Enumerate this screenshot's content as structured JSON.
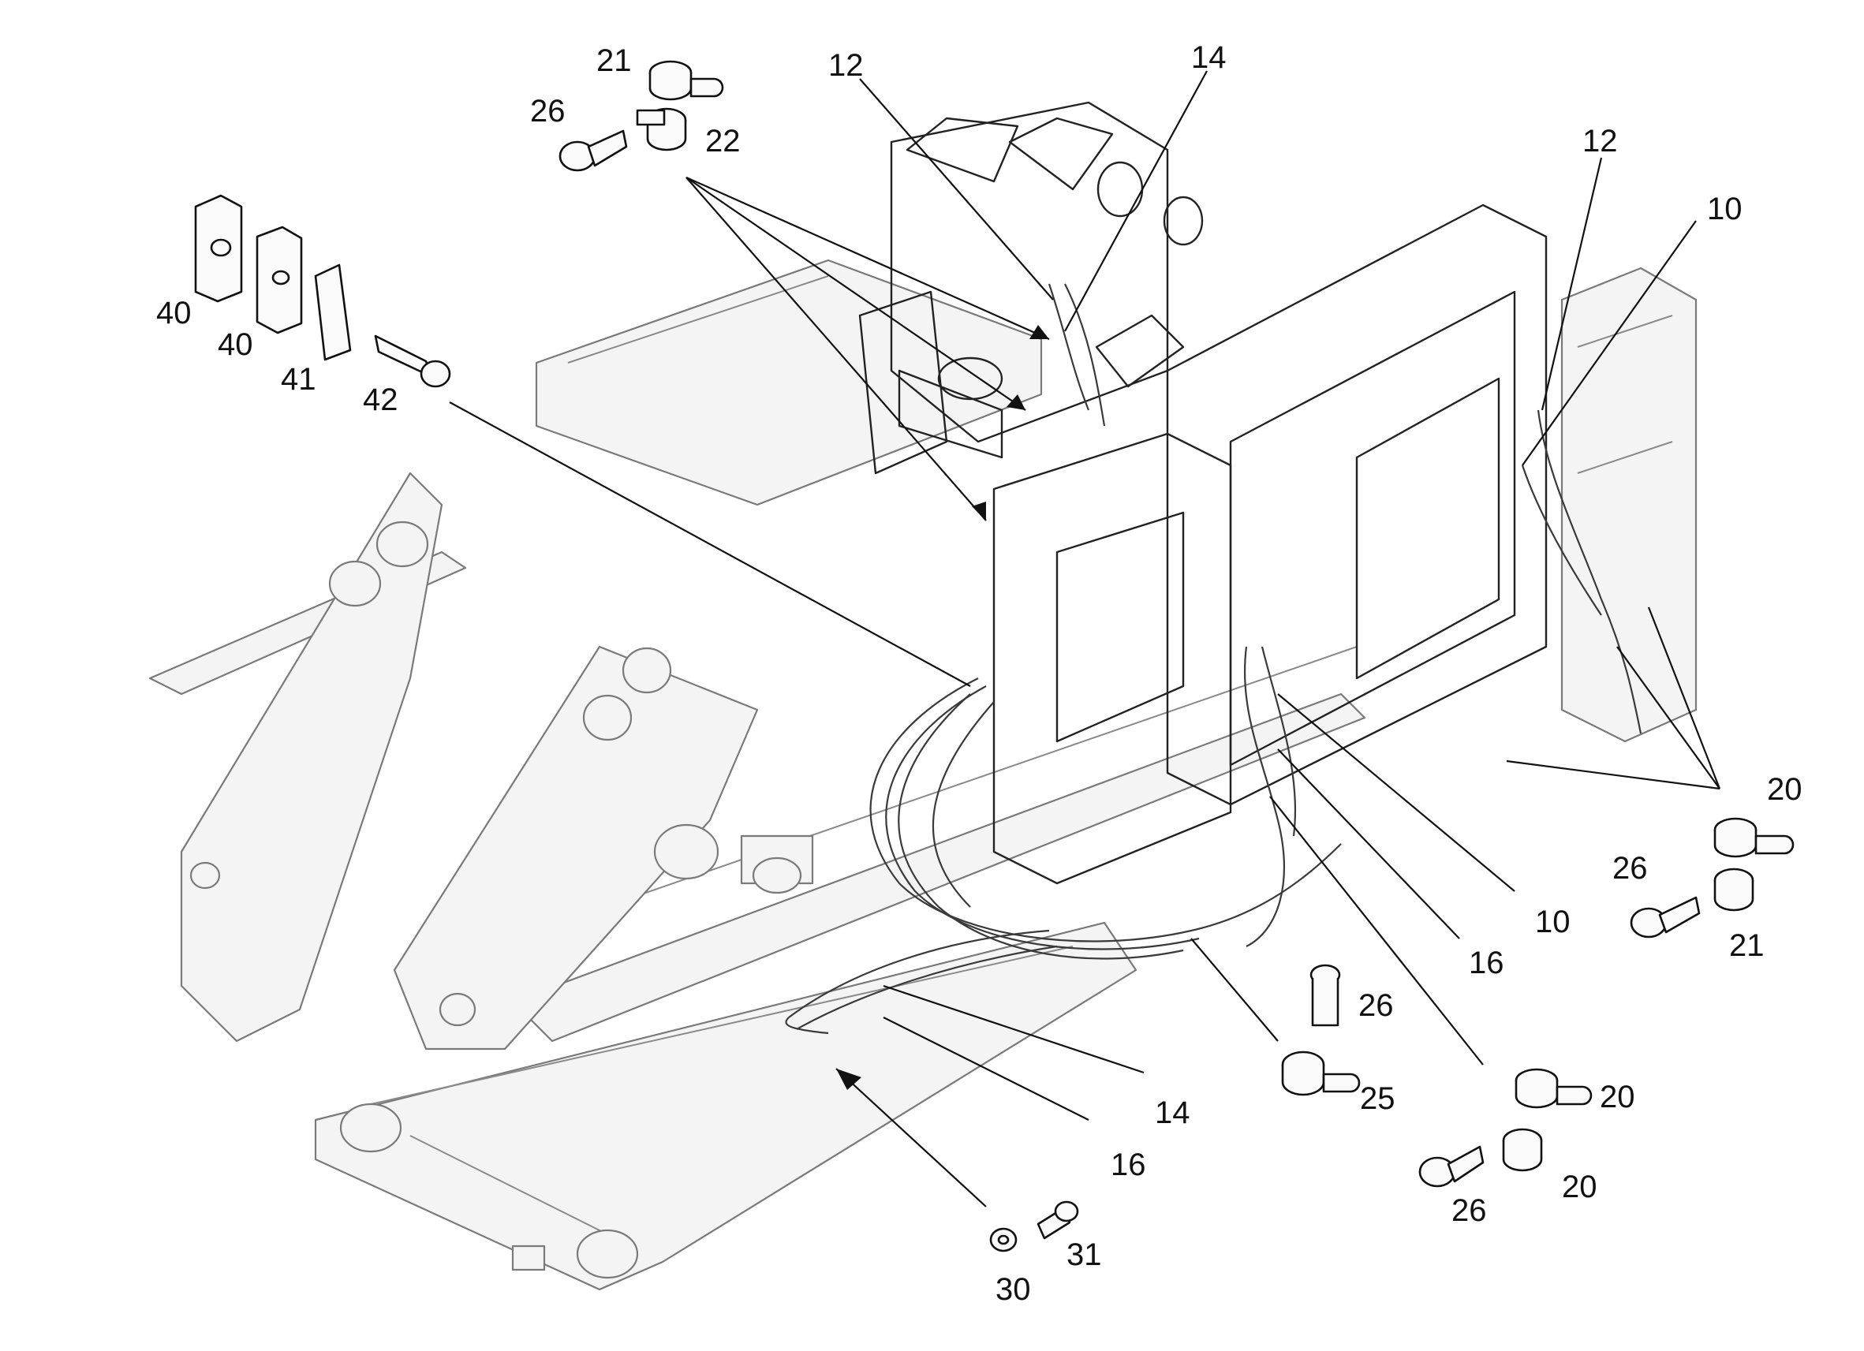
{
  "callouts": [
    {
      "id": "c21a",
      "label": "21"
    },
    {
      "id": "c26a",
      "label": "26"
    },
    {
      "id": "c22",
      "label": "22"
    },
    {
      "id": "c12a",
      "label": "12"
    },
    {
      "id": "c14a",
      "label": "14"
    },
    {
      "id": "c12b",
      "label": "12"
    },
    {
      "id": "c10a",
      "label": "10"
    },
    {
      "id": "c40a",
      "label": "40"
    },
    {
      "id": "c40b",
      "label": "40"
    },
    {
      "id": "c41",
      "label": "41"
    },
    {
      "id": "c42",
      "label": "42"
    },
    {
      "id": "c20a",
      "label": "20"
    },
    {
      "id": "c26b",
      "label": "26"
    },
    {
      "id": "c21b",
      "label": "21"
    },
    {
      "id": "c10b",
      "label": "10"
    },
    {
      "id": "c16a",
      "label": "16"
    },
    {
      "id": "c26c",
      "label": "26"
    },
    {
      "id": "c25",
      "label": "25"
    },
    {
      "id": "c20b",
      "label": "20"
    },
    {
      "id": "c20c",
      "label": "20"
    },
    {
      "id": "c26d",
      "label": "26"
    },
    {
      "id": "c14b",
      "label": "14"
    },
    {
      "id": "c16b",
      "label": "16"
    },
    {
      "id": "c31",
      "label": "31"
    },
    {
      "id": "c30",
      "label": "30"
    }
  ]
}
